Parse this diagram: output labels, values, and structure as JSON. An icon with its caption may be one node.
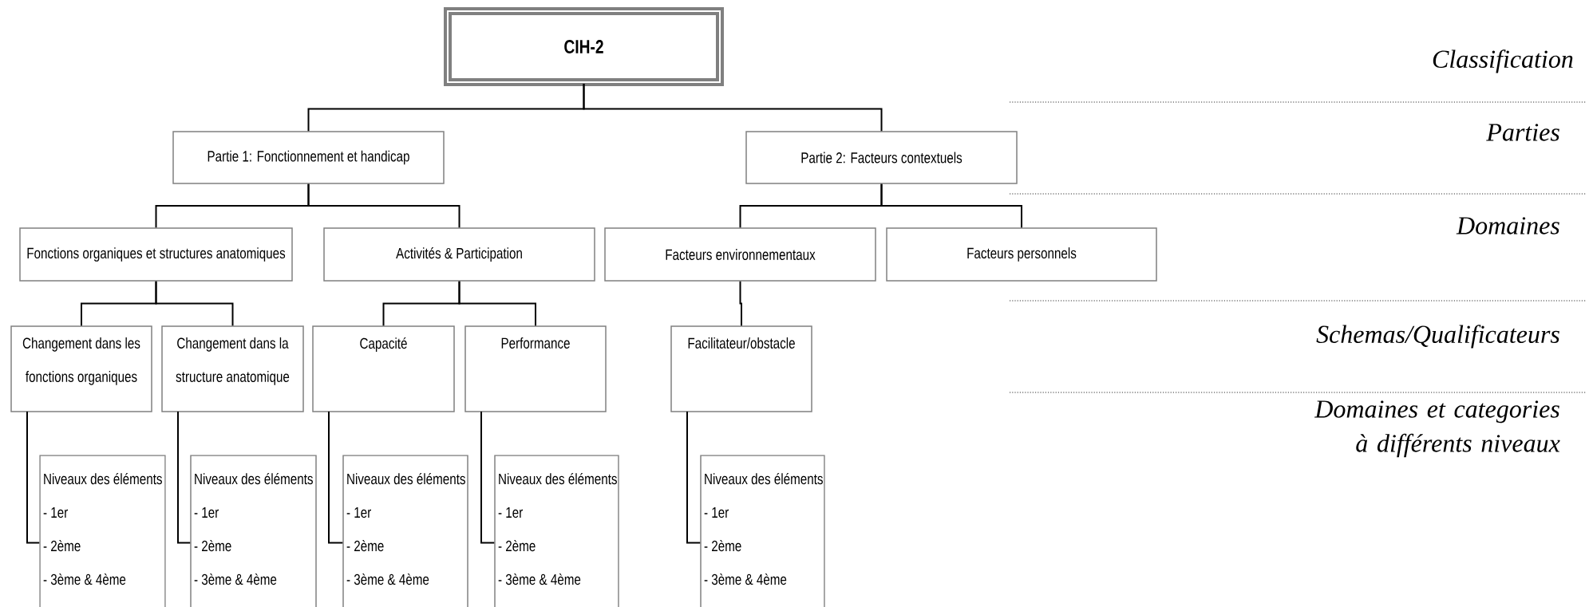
{
  "diagram": {
    "nodes": [
      {
        "text": [
          "CIH-2"
        ]
      },
      {
        "text": [
          "Partie 1: Fonctionnement et handicap"
        ]
      },
      {
        "text": [
          "Partie 2: Facteurs contextuels"
        ]
      },
      {
        "text": [
          "Fonctions organiques et structures anatomiques"
        ]
      },
      {
        "text": [
          "Activités & Participation"
        ]
      },
      {
        "text": [
          "Facteurs environnementaux"
        ]
      },
      {
        "text": [
          "Facteurs personnels"
        ]
      },
      {
        "text": [
          "Changement dans les fonctions organiques"
        ]
      },
      {
        "text": [
          "Changement dans la structure anatomique"
        ]
      },
      {
        "text": [
          "Capacité"
        ]
      },
      {
        "text": [
          "Performance"
        ]
      },
      {
        "text": [
          "Facilitateur/obstacle"
        ]
      },
      {
        "text": [
          "Niveaux des éléments",
          "- 1er",
          "- 2ème",
          "- 3ème & 4ème"
        ]
      },
      {
        "text": [
          "Niveaux des éléments",
          "- 1er",
          "- 2ème",
          "- 3ème & 4ème"
        ]
      },
      {
        "text": [
          "Niveaux des éléments",
          "- 1er",
          "- 2ème",
          "- 3ème & 4ème"
        ]
      },
      {
        "text": [
          "Niveaux des éléments",
          "- 1er",
          "- 2ème",
          "- 3ème & 4ème"
        ]
      },
      {
        "text": [
          "Niveaux des éléments",
          "- 1er",
          "- 2ème",
          "- 3ème & 4ème"
        ]
      }
    ],
    "edges": [
      {
        "from": 0,
        "to": 1,
        "arrow": "none"
      },
      {
        "from": 0,
        "to": 2,
        "arrow": "none"
      },
      {
        "from": 1,
        "to": 3,
        "arrow": "none"
      },
      {
        "from": 1,
        "to": 4,
        "arrow": "none"
      },
      {
        "from": 2,
        "to": 5,
        "arrow": "none"
      },
      {
        "from": 2,
        "to": 6,
        "arrow": "none"
      },
      {
        "from": 3,
        "to": 7,
        "arrow": "none"
      },
      {
        "from": 3,
        "to": 8,
        "arrow": "none"
      },
      {
        "from": 4,
        "to": 9,
        "arrow": "none"
      },
      {
        "from": 4,
        "to": 10,
        "arrow": "none"
      },
      {
        "from": 5,
        "to": 11,
        "arrow": "none"
      },
      {
        "from": 7,
        "to": 12,
        "arrow": "none"
      },
      {
        "from": 8,
        "to": 13,
        "arrow": "none"
      },
      {
        "from": 9,
        "to": 14,
        "arrow": "none"
      },
      {
        "from": 10,
        "to": 15,
        "arrow": "none"
      },
      {
        "from": 11,
        "to": 16,
        "arrow": "none"
      }
    ],
    "labels": [
      "Classification",
      "Parties",
      "Domaines",
      "Schemas/Qualificateurs",
      "Domaines et categories à différents niveaux"
    ]
  }
}
